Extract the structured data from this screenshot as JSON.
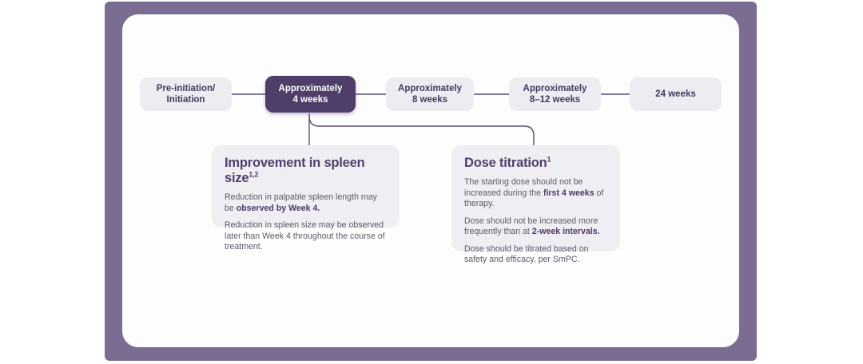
{
  "timeline": {
    "nodes": [
      {
        "id": "pre-initiation",
        "line1": "Pre-initiation/",
        "line2": "Initiation",
        "highlighted": false
      },
      {
        "id": "approx-4-weeks",
        "line1": "Approximately",
        "line2": "4 weeks",
        "highlighted": true
      },
      {
        "id": "approx-8-weeks",
        "line1": "Approximately",
        "line2": "8 weeks",
        "highlighted": false
      },
      {
        "id": "approx-8-12-weeks",
        "line1": "Approximately",
        "line2": "8–12 weeks",
        "highlighted": false
      },
      {
        "id": "24-weeks",
        "line1": "24 weeks",
        "line2": "",
        "highlighted": false
      }
    ]
  },
  "cards": [
    {
      "title": "Improvement in spleen size",
      "title_sup": "1,2",
      "p1": {
        "r1": "Reduction in palpable spleen length may be ",
        "r2": "observed by Week 4."
      },
      "p2": {
        "r1": "Reduction in spleen size may be observed later than Week 4 throughout the course of treatment."
      }
    },
    {
      "title": "Dose titration",
      "title_sup": "1",
      "p1": {
        "r1": "The starting dose should not be increased during the ",
        "r2": "first 4 weeks",
        "r3": " of therapy."
      },
      "p2": {
        "r1": "Dose should not be increased more frequently than at ",
        "r2": "2-week intervals."
      },
      "p3": {
        "r1": "Dose should be titrated based on safety and efficacy, per SmPC."
      }
    }
  ],
  "colors": {
    "frame_purple": "#7b6c91",
    "highlight_node_purple": "#4f3e69",
    "light_node_bg": "#edecf1",
    "card_bg": "#efeef2",
    "title_purple": "#533f6e",
    "body_text_gray": "#5d5b66",
    "bold_text_purple": "#4c3a68",
    "connector_line": "#5c5074",
    "node_label_text": "#44395f"
  }
}
